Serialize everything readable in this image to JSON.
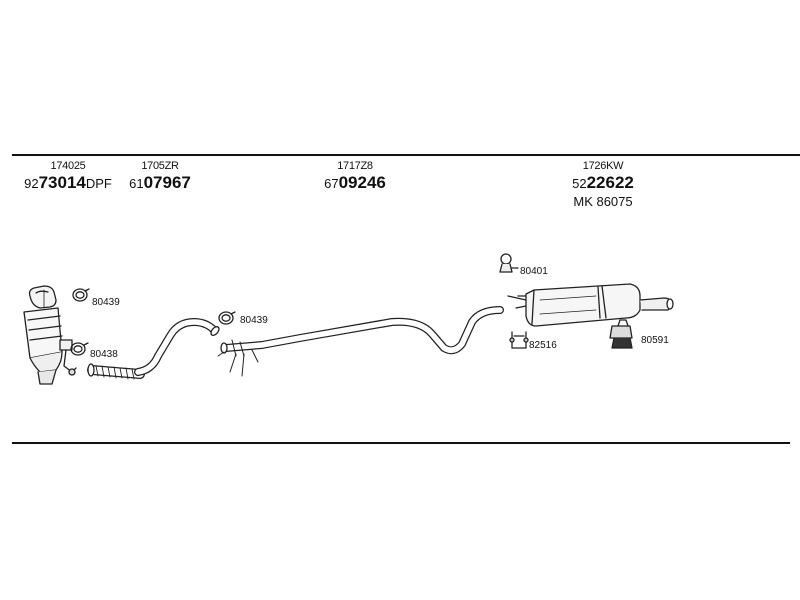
{
  "parts": {
    "p1": {
      "ref": "174025",
      "pn_prefix": "92",
      "pn_main": "73014",
      "pn_suffix": "DPF"
    },
    "p2": {
      "ref": "1705ZR",
      "pn_prefix": "61",
      "pn_main": "07967"
    },
    "p3": {
      "ref": "1717Z8",
      "pn_prefix": "67",
      "pn_main": "09246"
    },
    "p4": {
      "ref": "1726KW",
      "pn_prefix": "52",
      "pn_main": "22622",
      "mk": "MK  86075"
    }
  },
  "small_parts": {
    "clamp_a": "80439",
    "clamp_b": "80438",
    "clamp_c": "80439",
    "rubber_a": "80401",
    "bracket_a": "82516",
    "hanger_a": "80591"
  }
}
